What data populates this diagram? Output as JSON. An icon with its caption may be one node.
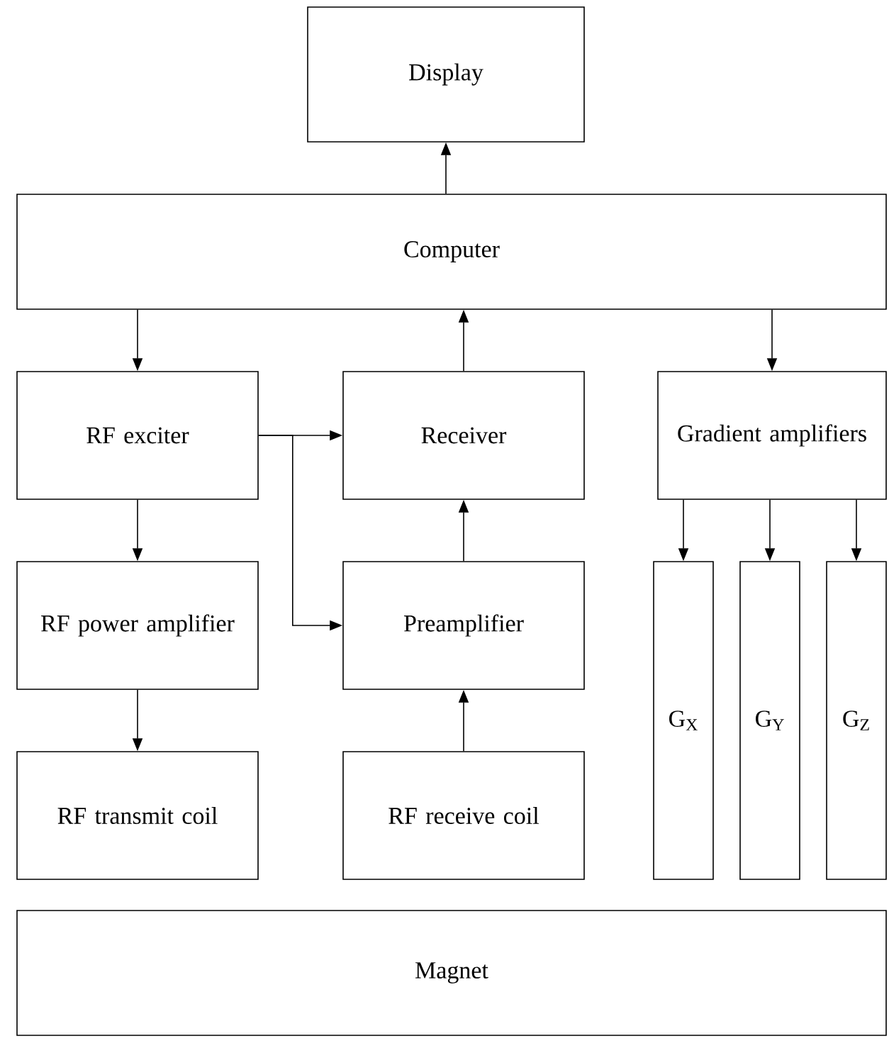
{
  "diagram": {
    "nodes": [
      {
        "text": [
          "Display"
        ]
      },
      {
        "text": [
          "Computer"
        ]
      },
      {
        "text": [
          "RF exciter"
        ]
      },
      {
        "text": [
          "Receiver"
        ]
      },
      {
        "text": [
          "Gradient amplifiers"
        ]
      },
      {
        "text": [
          "RF power amplifier"
        ]
      },
      {
        "text": [
          "Preamplifier"
        ]
      },
      {
        "text": [
          "G$_{X}$"
        ]
      },
      {
        "text": [
          "G$_{Y}$"
        ]
      },
      {
        "text": [
          "G$_{Z}$"
        ]
      },
      {
        "text": [
          "RF transmit coil"
        ]
      },
      {
        "text": [
          "RF receive coil"
        ]
      },
      {
        "text": [
          "Magnet"
        ]
      }
    ],
    "edges": [
      {
        "from": 1,
        "to": 0,
        "arrow": "to"
      },
      {
        "from": 1,
        "to": 2,
        "arrow": "to"
      },
      {
        "from": 3,
        "to": 1,
        "arrow": "to"
      },
      {
        "from": 1,
        "to": 4,
        "arrow": "to"
      },
      {
        "from": 2,
        "to": 3,
        "arrow": "to"
      },
      {
        "from": 2,
        "to": 6,
        "arrow": "to"
      },
      {
        "from": 2,
        "to": 5,
        "arrow": "to"
      },
      {
        "from": 6,
        "to": 3,
        "arrow": "to"
      },
      {
        "from": 4,
        "to": 7,
        "arrow": "to"
      },
      {
        "from": 4,
        "to": 8,
        "arrow": "to"
      },
      {
        "from": 4,
        "to": 9,
        "arrow": "to"
      },
      {
        "from": 5,
        "to": 10,
        "arrow": "to"
      },
      {
        "from": 11,
        "to": 6,
        "arrow": "to"
      }
    ]
  }
}
